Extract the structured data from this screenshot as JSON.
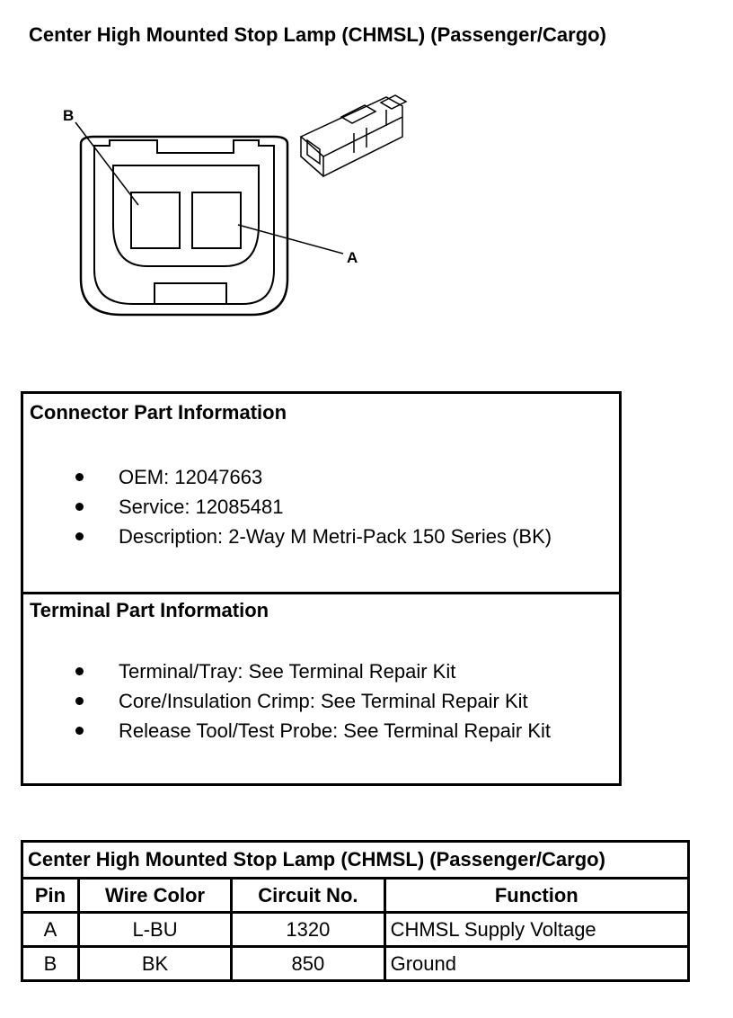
{
  "page": {
    "title": "Center High Mounted Stop Lamp (CHMSL) (Passenger/Cargo)"
  },
  "diagram": {
    "label_a": "A",
    "label_b": "B"
  },
  "connector_info": {
    "heading": "Connector Part Information",
    "items": [
      "OEM: 12047663",
      "Service: 12085481",
      "Description: 2-Way M Metri-Pack 150 Series (BK)"
    ]
  },
  "terminal_info": {
    "heading": "Terminal Part Information",
    "items": [
      "Terminal/Tray: See Terminal Repair Kit",
      "Core/Insulation Crimp: See Terminal Repair Kit",
      "Release Tool/Test Probe: See Terminal Repair Kit"
    ]
  },
  "pin_table": {
    "caption": "Center High Mounted Stop Lamp (CHMSL) (Passenger/Cargo)",
    "headers": [
      "Pin",
      "Wire Color",
      "Circuit No.",
      "Function"
    ],
    "rows": [
      [
        "A",
        "L-BU",
        "1320",
        "CHMSL Supply Voltage"
      ],
      [
        "B",
        "BK",
        "850",
        "Ground"
      ]
    ]
  }
}
